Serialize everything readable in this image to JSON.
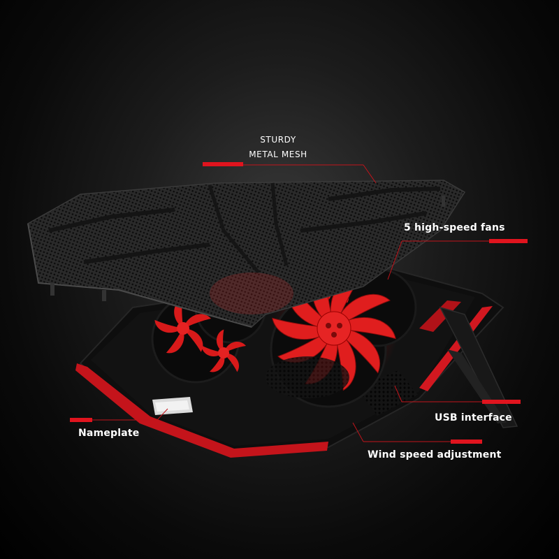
{
  "product": "laptop-cooling-pad",
  "colors": {
    "accent": "#e0141e",
    "background": "#000000",
    "mesh": "#1e1e1e",
    "fan": "#e01a1a",
    "label_text": "#ffffff"
  },
  "callouts": {
    "mesh": {
      "line1": "STURDY",
      "line2": "METAL MESH"
    },
    "fans": {
      "text": "5 high-speed fans"
    },
    "usb": {
      "text": "USB interface"
    },
    "nameplate": {
      "text": "Nameplate"
    },
    "wind": {
      "text": "Wind speed adjustment"
    }
  }
}
